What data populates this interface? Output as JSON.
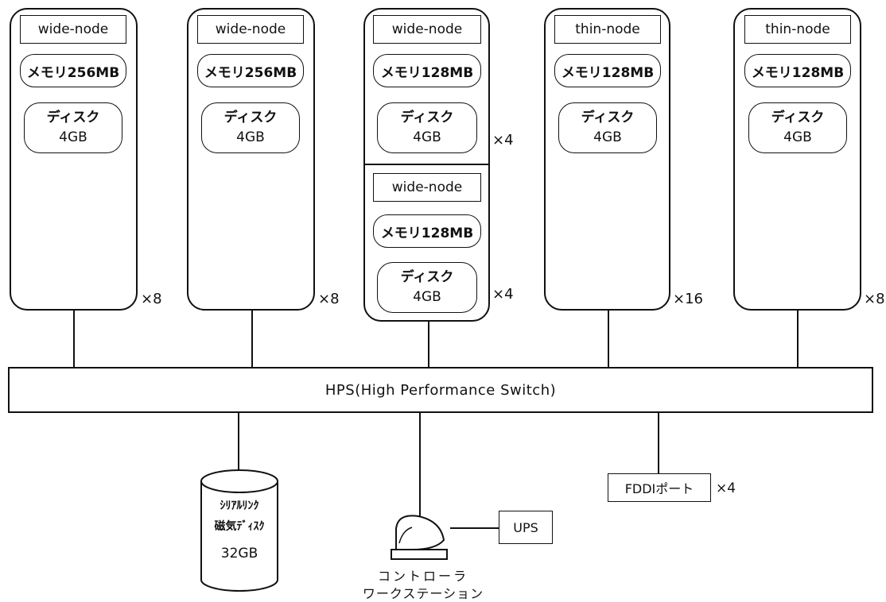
{
  "columns": [
    {
      "units": [
        {
          "label": "wide-node",
          "memory": "メモリ256MB",
          "disk_title": "ディスク",
          "disk_size": "4GB",
          "multiplier": "×8"
        }
      ]
    },
    {
      "units": [
        {
          "label": "wide-node",
          "memory": "メモリ256MB",
          "disk_title": "ディスク",
          "disk_size": "4GB",
          "multiplier": "×8"
        }
      ]
    },
    {
      "units": [
        {
          "label": "wide-node",
          "memory": "メモリ128MB",
          "disk_title": "ディスク",
          "disk_size": "4GB",
          "multiplier": "×4"
        },
        {
          "label": "wide-node",
          "memory": "メモリ128MB",
          "disk_title": "ディスク",
          "disk_size": "4GB",
          "multiplier": "×4"
        }
      ]
    },
    {
      "units": [
        {
          "label": "thin-node",
          "memory": "メモリ128MB",
          "disk_title": "ディスク",
          "disk_size": "4GB",
          "multiplier": "×16"
        }
      ]
    },
    {
      "units": [
        {
          "label": "thin-node",
          "memory": "メモリ128MB",
          "disk_title": "ディスク",
          "disk_size": "4GB",
          "multiplier": "×8"
        }
      ]
    }
  ],
  "switch": {
    "label": "HPS(High Performance Switch)"
  },
  "serial_disk": {
    "line1": "ｼﾘｱﾙﾘﾝｸ",
    "line2": "磁気ﾃﾞｨｽｸ",
    "size": "32GB"
  },
  "controller": {
    "line1": "コントローラ",
    "line2": "ワークステーション"
  },
  "ups": {
    "label": "UPS"
  },
  "fddi": {
    "label": "FDDIポート",
    "multiplier": "×4"
  }
}
